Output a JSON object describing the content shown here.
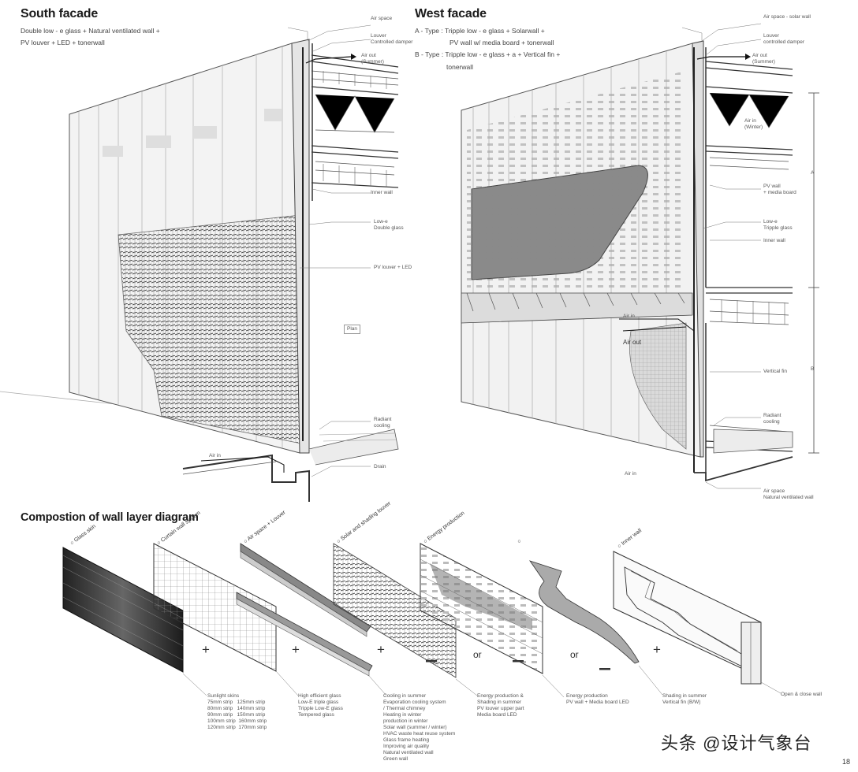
{
  "south": {
    "title": "South facade",
    "spec": [
      "Double low - e glass + Natural ventilated wall +",
      "PV louver + LED + tonerwall"
    ],
    "labels": {
      "air_space": "Air space",
      "louver": "Louver",
      "damper": "Controlled damper",
      "air_out": "Air out",
      "summer": "(Summer)",
      "inner_wall": "Inner wall",
      "lowe": "Low-e",
      "double_glass": "Double glass",
      "pv_led": "PV louver + LED",
      "plan": "Plan",
      "radiant": "Radiant",
      "cooling": "cooling",
      "air_in": "Air in",
      "drain": "Drain"
    }
  },
  "west": {
    "title": "West facade",
    "spec": [
      "A - Type : Tripple low - e glass + Solarwall +",
      "PV wall w/ media board + tonerwall",
      "B - Type : Tripple low - e glass + a + Vertical fin +",
      "tonerwall"
    ],
    "labels": {
      "air_space": "Air space - solar wall",
      "louver": "Louver",
      "damper": "controlled damper",
      "air_out_top": "Air out",
      "summer": "(Summer)",
      "air_in_top": "Air in",
      "winter": "(Winter)",
      "pv_wall": "PV wall",
      "media_board": "+ media board",
      "lowe": "Low-e",
      "triple_glass": "Tripple glass",
      "inner_wall": "Inner wall",
      "air_in_mid": "Air in",
      "air_out_mid": "Air out",
      "vertical_fin": "Vertical fin",
      "radiant": "Radiant",
      "cooling": "cooling",
      "air_in_bottom": "Air in",
      "air_space_bottom": "Air space",
      "natural_vent": "Natural ventilated wall",
      "dim_a": "A",
      "dim_b": "B"
    }
  },
  "layers": {
    "title": "Compostion of wall layer diagram",
    "items": [
      {
        "label": "Glass skin"
      },
      {
        "label": "Curtain wall system"
      },
      {
        "label": "Air space + Louver"
      },
      {
        "label": "Solar and shading louver"
      },
      {
        "label": "Energy production"
      },
      {
        "label": ""
      },
      {
        "label": "Inner wall"
      }
    ],
    "operators": [
      "+",
      "+",
      "+",
      "or",
      "or",
      "+"
    ],
    "notes": {
      "sunlight": "Sunlight skins\n75mm strip   125mm strip\n80mm strip   140mm strip\n90mm strip   150mm strip\n100mm strip  160mm strip\n120mm strip  170mm strip",
      "glass": "High efficient glass\nLow-E triple glass\nTripple Low-E glass\nTempered glass",
      "cooling": "Cooling in summer\nEvaporation cooling system\n/ Thermal chimney\nHeating in winter\nproduction in winter\nSolar wall (summer / winter)\nHVAC waste heat reuse system\nGlass frame heating\nImproving air quality\nNatural ventilated wall\nGreen wall",
      "energy1": "Energy production &\nShading in summer\nPV louver upper part\nMedia board LED",
      "energy2": "Energy production\nPV wall + Media board LED",
      "shading": "Shading in summer\nVertical fin (B/W)",
      "open": "Open & close wall"
    }
  },
  "watermark": "头条 @设计气象台",
  "page_number": "18"
}
